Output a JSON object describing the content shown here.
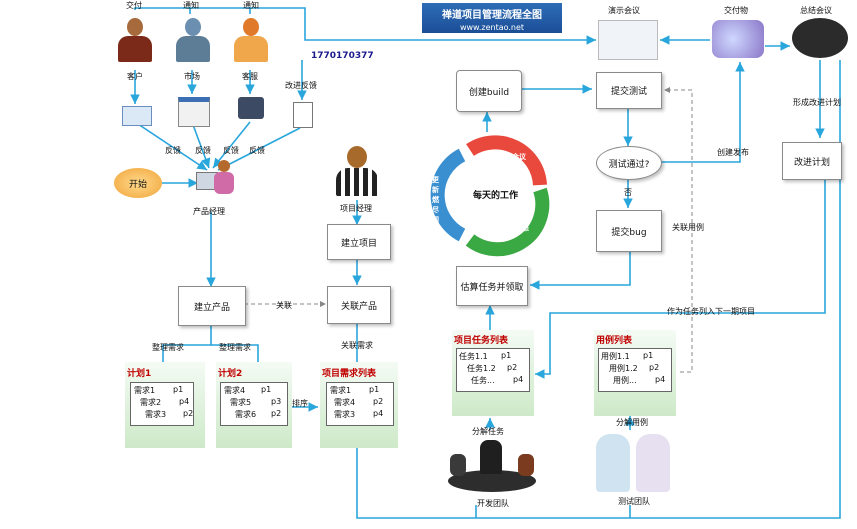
{
  "banner": {
    "title": "禅道项目管理流程全图",
    "url": "www.zentao.net"
  },
  "phone": "1770170377",
  "roles": {
    "jiaofu": "交付",
    "tongzhi1": "通知",
    "tongzhi2": "通知",
    "kehu": "客户",
    "shichang": "市场",
    "kefu": "客服",
    "gaijin": "改进反馈"
  },
  "feedback": [
    "反馈",
    "反馈",
    "反馈",
    "反馈"
  ],
  "start": "开始",
  "product_manager": "产品经理",
  "project_manager": "项目经理",
  "boxes": {
    "build_product": "建立产品",
    "build_project": "建立项目",
    "link_product": "关联产品",
    "create_build": "创建build",
    "submit_test": "提交测试",
    "test_pass": "测试通过?",
    "submit_bug": "提交bug",
    "estimate": "估算任务并领取",
    "improve_plan": "改进计划"
  },
  "edges": {
    "guanlian": "关联",
    "zhengli1": "整理需求",
    "zhengli2": "整理需求",
    "paixu": "排序",
    "guanlian_req": "关联需求",
    "fou": "否",
    "create_release": "创建发布",
    "link_case": "关联用例",
    "form_plan": "形成改进计划",
    "next_project": "作为任务列入下一期项目",
    "split_task": "分解任务",
    "split_case": "分解用例"
  },
  "top_labels": {
    "demo": "演示会议",
    "deliverables": "交付物",
    "summary": "总结会议"
  },
  "cycle": {
    "center": "每天的工作",
    "seg1": "参加站立会议",
    "seg2": "更新任务状态",
    "seg3": "更新燃尽图"
  },
  "plan1": {
    "title": "计划1",
    "rows": [
      [
        "需求1",
        "p1"
      ],
      [
        "需求2",
        "p4"
      ],
      [
        "需求3",
        "p2"
      ]
    ]
  },
  "plan2": {
    "title": "计划2",
    "rows": [
      [
        "需求4",
        "p1"
      ],
      [
        "需求5",
        "p3"
      ],
      [
        "需求6",
        "p2"
      ]
    ]
  },
  "proj_reqs": {
    "title": "项目需求列表",
    "rows": [
      [
        "需求1",
        "p1"
      ],
      [
        "需求4",
        "p2"
      ],
      [
        "需求3",
        "p4"
      ]
    ]
  },
  "task_list": {
    "title": "项目任务列表",
    "rows": [
      [
        "任务1.1",
        "p1"
      ],
      [
        "任务1.2",
        "p2"
      ],
      [
        "任务...",
        "p4"
      ]
    ]
  },
  "case_list": {
    "title": "用例列表",
    "rows": [
      [
        "用例1.1",
        "p1"
      ],
      [
        "用例1.2",
        "p2"
      ],
      [
        "用例...",
        "p4"
      ]
    ]
  },
  "teams": {
    "dev": "开发团队",
    "test": "测试团队"
  },
  "colors": {
    "arrow": "#29a6dc",
    "dash": "#888888",
    "cycle_red": "#e8493c",
    "cycle_green": "#3aa843",
    "cycle_blue": "#3a8fd0"
  }
}
